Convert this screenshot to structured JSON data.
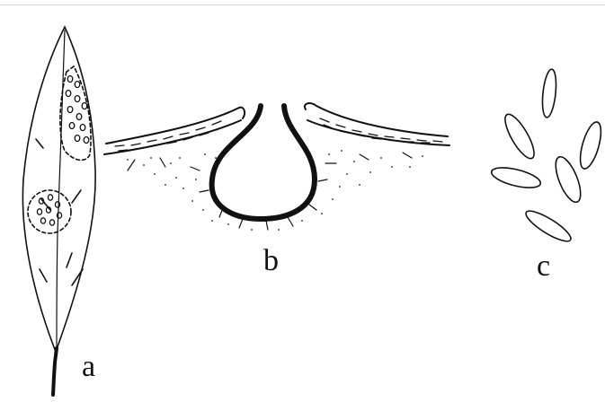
{
  "figure": {
    "panels": [
      {
        "id": "a",
        "label": "a"
      },
      {
        "id": "b",
        "label": "b"
      },
      {
        "id": "c",
        "label": "c"
      }
    ]
  },
  "colors": {
    "ink": "#111111",
    "rule": "#d6d6d6",
    "background": "#ffffff"
  }
}
